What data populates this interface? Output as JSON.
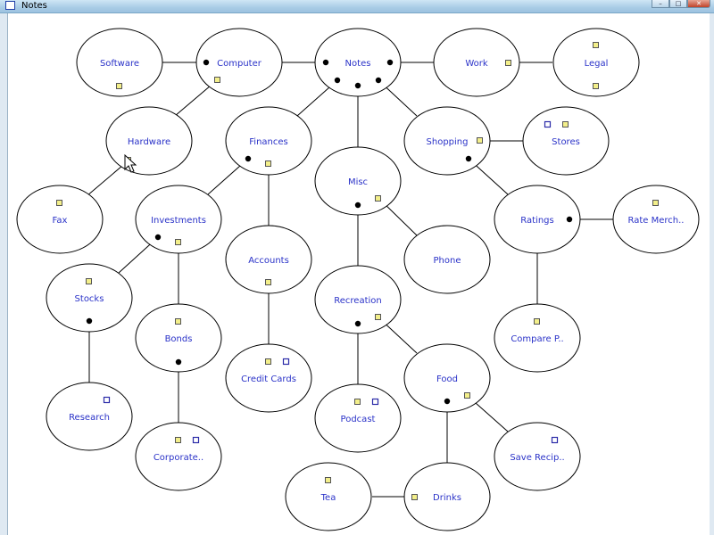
{
  "window": {
    "title": "Notes"
  },
  "nodes": [
    {
      "id": "software",
      "label": "Software"
    },
    {
      "id": "computer",
      "label": "Computer"
    },
    {
      "id": "notes",
      "label": "Notes"
    },
    {
      "id": "work",
      "label": "Work"
    },
    {
      "id": "legal",
      "label": "Legal"
    },
    {
      "id": "hardware",
      "label": "Hardware"
    },
    {
      "id": "finances",
      "label": "Finances"
    },
    {
      "id": "shopping",
      "label": "Shopping"
    },
    {
      "id": "stores",
      "label": "Stores"
    },
    {
      "id": "misc",
      "label": "Misc"
    },
    {
      "id": "fax",
      "label": "Fax"
    },
    {
      "id": "investments",
      "label": "Investments"
    },
    {
      "id": "ratings",
      "label": "Ratings"
    },
    {
      "id": "rate-merch",
      "label": "Rate Merch.."
    },
    {
      "id": "accounts",
      "label": "Accounts"
    },
    {
      "id": "phone",
      "label": "Phone"
    },
    {
      "id": "stocks",
      "label": "Stocks"
    },
    {
      "id": "recreation",
      "label": "Recreation"
    },
    {
      "id": "bonds",
      "label": "Bonds"
    },
    {
      "id": "compare",
      "label": "Compare P.."
    },
    {
      "id": "credit-cards",
      "label": "Credit Cards"
    },
    {
      "id": "food",
      "label": "Food"
    },
    {
      "id": "research",
      "label": "Research"
    },
    {
      "id": "podcast",
      "label": "Podcast"
    },
    {
      "id": "corporate",
      "label": "Corporate.."
    },
    {
      "id": "save-recipe",
      "label": "Save Recip.."
    },
    {
      "id": "tea",
      "label": "Tea"
    },
    {
      "id": "drinks",
      "label": "Drinks"
    }
  ]
}
